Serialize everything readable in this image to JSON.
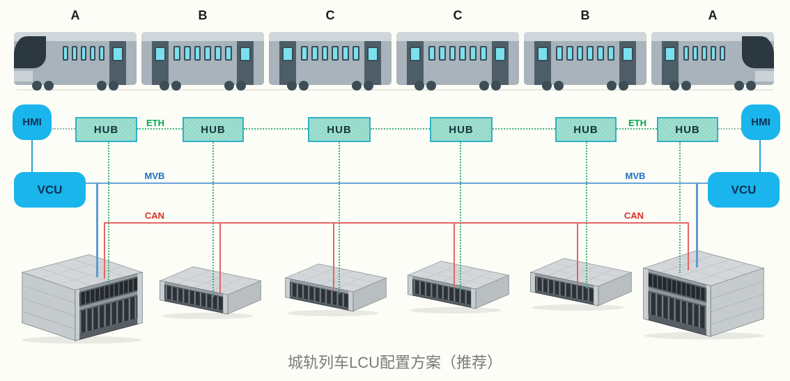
{
  "title": "城轨列车LCU配置方案（推荐）",
  "train": {
    "cars": [
      {
        "label": "A",
        "type": "cab-left"
      },
      {
        "label": "B",
        "type": "middle"
      },
      {
        "label": "C",
        "type": "middle"
      },
      {
        "label": "C",
        "type": "middle"
      },
      {
        "label": "B",
        "type": "middle"
      },
      {
        "label": "A",
        "type": "cab-right"
      }
    ]
  },
  "network": {
    "hmi_label": "HMI",
    "vcu_label": "VCU",
    "hub_label": "HUB",
    "hub_count": 6,
    "eth_label": "ETH",
    "mvb_label": "MVB",
    "can_label": "CAN"
  },
  "devices": {
    "count": 6,
    "sizes": [
      "tall",
      "flat",
      "flat",
      "flat",
      "flat",
      "tall"
    ]
  },
  "colors": {
    "hmi_vcu_fill": "#19b5ec",
    "hub_fill": "#8ed8c6",
    "hub_border": "#2fb0c8",
    "eth_green": "#00a651",
    "eth_dotted_line": "#3fae71",
    "mvb_text_blue": "#1d6fc0",
    "mvb_line_blue": "#68a3d8",
    "can_text_red": "#d93025",
    "can_line_red": "#e06666",
    "title_gray": "#7a7a7a",
    "car_body": "#a8b3bb",
    "car_window": "#7be0ee"
  }
}
